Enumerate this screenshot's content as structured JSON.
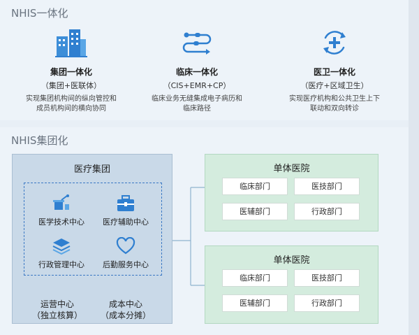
{
  "top": {
    "title": "NHIS一体化",
    "features": [
      {
        "icon": "buildings-icon",
        "title": "集团一体化",
        "subtitle": "（集团+医联体）",
        "desc1": "实现集团机构间的纵向管控和",
        "desc2": "成员机构间的横向协同"
      },
      {
        "icon": "workflow-icon",
        "title": "临床一体化",
        "subtitle": "（CIS+EMR+CP）",
        "desc1": "临床业务无缝集成电子病历和",
        "desc2": "临床路径"
      },
      {
        "icon": "cycle-plus-icon",
        "title": "医卫一体化",
        "subtitle": "（医疗+区域卫生）",
        "desc1": "实现医疗机构和公共卫生上下",
        "desc2": "联动和双向转诊"
      }
    ]
  },
  "bottom": {
    "title": "NHIS集团化",
    "group": {
      "title": "医疗集团",
      "centers": [
        {
          "icon": "lab-icon",
          "label": "医学技术中心"
        },
        {
          "icon": "medical-kit-icon",
          "label": "医疗辅助中心"
        },
        {
          "icon": "stack-icon",
          "label": "行政管理中心"
        },
        {
          "icon": "heart-icon",
          "label": "后勤服务中心"
        }
      ],
      "ops": [
        {
          "line1": "运营中心",
          "line2": "（独立核算）"
        },
        {
          "line1": "成本中心",
          "line2": "（成本分摊）"
        }
      ]
    },
    "hospitals": [
      {
        "title": "单体医院",
        "depts": [
          "临床部门",
          "医技部门",
          "医辅部门",
          "行政部门"
        ]
      },
      {
        "title": "单体医院",
        "depts": [
          "临床部门",
          "医技部门",
          "医辅部门",
          "行政部门"
        ]
      }
    ]
  },
  "colors": {
    "accent": "#2f7fd0",
    "group_bg": "#c9d9e8",
    "hospital_bg": "#d4ecde",
    "dashed": "#3a78c4"
  }
}
